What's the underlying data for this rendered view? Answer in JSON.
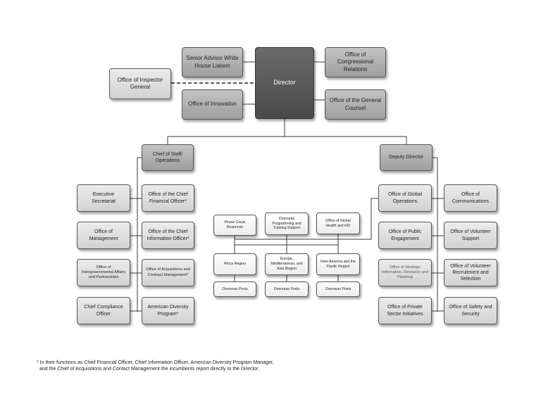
{
  "chart": {
    "director": "Director",
    "senior_advisor": "Senior Advisor White House Liaison",
    "office_of_innovation": "Office of Innovation",
    "inspector_general": "Office of Inspector General",
    "congressional_relations": "Office of Congressional Relations",
    "general_counsel": "Office of the General Counsel",
    "chief_of_staff": "Chief of Staff/ Operations",
    "deputy_director": "Deputy Director",
    "left_col1": [
      "Executive Secretariat",
      "Office of Management",
      "Office of Intergovernmental Affairs and Partnerships",
      "Chief Compliance Officer"
    ],
    "left_col2": [
      "Office of the Chief Financial Officer*",
      "Office of the Chief Information Officer*",
      "Office of Acquisitions and Contract Management*",
      "American Diversity Program*"
    ],
    "center_top": [
      "Peace Corps Response",
      "Overseas Programming and Training Support",
      "Office of Global Health and HIV"
    ],
    "regions": [
      "Africa Region",
      "Europe, Mediterranean, and Asia Region",
      "Inter-America and the Pacific Region"
    ],
    "overseas_posts": "Overseas Posts",
    "right_col1": [
      "Office of Global Operations",
      "Office of Public Engagement",
      "Office of Strategic Information, Research and Planning",
      "Office of Private Sector Initiatives"
    ],
    "right_col2": [
      "Office of Communications",
      "Office of Volunteer Support",
      "Office of Volunteer Recruitment and Selection",
      "Office of Safety and Security"
    ]
  },
  "footnote": {
    "line1": "* In their functions as Chief Financial Officer, Chief Information Officer, American Diversity Program Manager,",
    "line2": "and the Chief of Acquisitions and Contact Management the incumbents report directly to the Director."
  }
}
